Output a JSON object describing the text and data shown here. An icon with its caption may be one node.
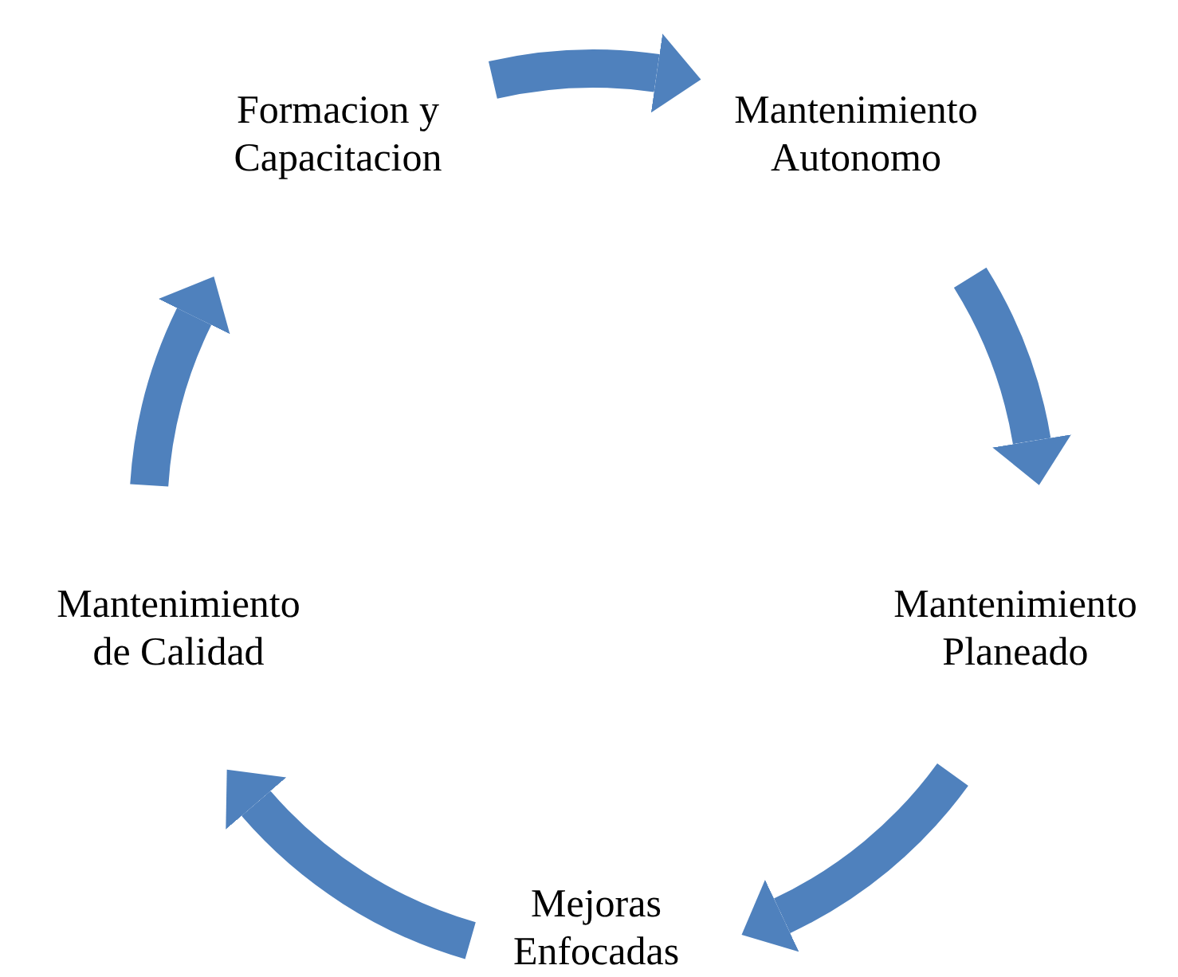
{
  "diagram": {
    "nodes": [
      {
        "text": [
          "Formacion y Capacitacion"
        ]
      },
      {
        "text": [
          "Mantenimiento Autonomo"
        ]
      },
      {
        "text": [
          "Mantenimiento Planeado"
        ]
      },
      {
        "text": [
          "Mejoras Enfocadas"
        ]
      },
      {
        "text": [
          "Mantenimiento de Calidad"
        ]
      }
    ],
    "edges": [
      {
        "from": 0,
        "to": 1,
        "arrow": "to"
      },
      {
        "from": 1,
        "to": 2,
        "arrow": "to"
      },
      {
        "from": 2,
        "to": 3,
        "arrow": "to"
      },
      {
        "from": 3,
        "to": 4,
        "arrow": "to"
      },
      {
        "from": 4,
        "to": 0,
        "arrow": "to"
      }
    ]
  }
}
